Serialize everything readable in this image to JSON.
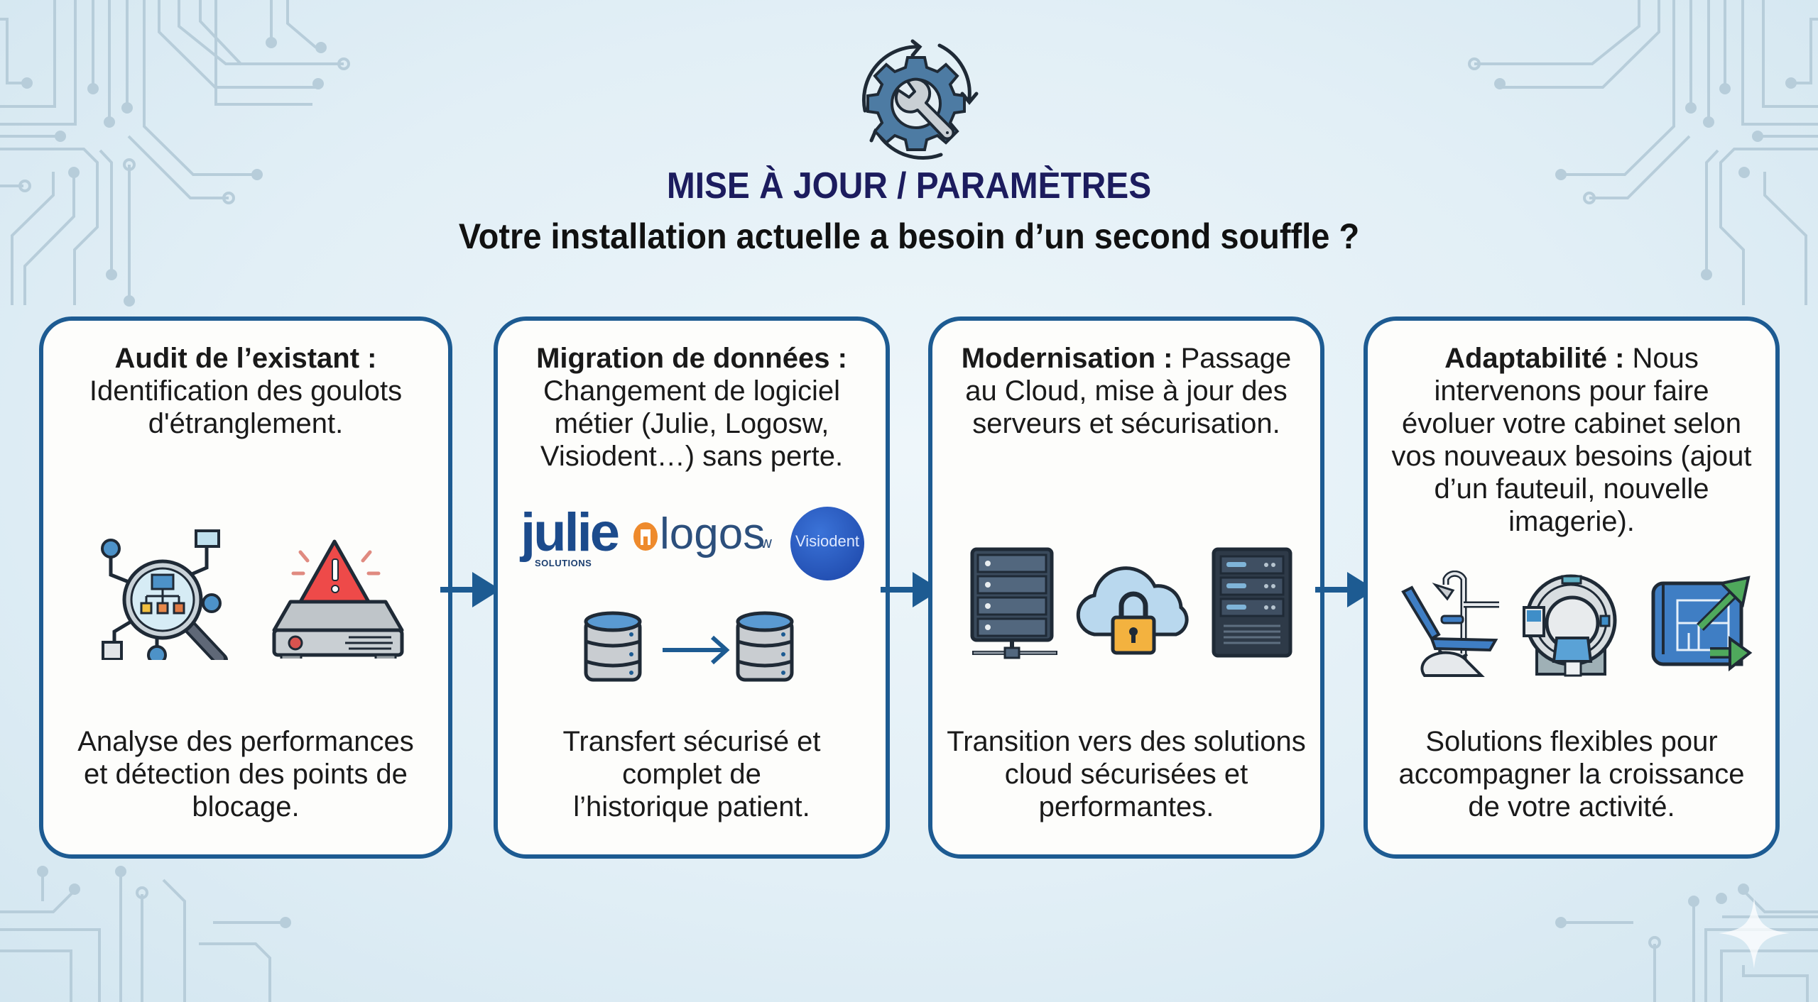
{
  "header": {
    "icon": "gear-wrench-refresh-icon",
    "title": "MISE À JOUR / PARAMÈTRES",
    "subtitle": "Votre installation actuelle a besoin d’un second souffle ?"
  },
  "colors": {
    "title": "#1c1c5e",
    "card_border": "#1d5b92",
    "arrow": "#1d5b92",
    "background": "#dcebf3"
  },
  "cards": [
    {
      "heading": "Audit de l’existant :",
      "description": "Identification des goulots d'étranglement.",
      "icons": [
        "magnifier-network-icon",
        "router-warning-icon"
      ],
      "footer": "Analyse des performances et détection des points de blocage."
    },
    {
      "heading": "Migration de données :",
      "description": "Changement de logiciel métier (Julie, Logosw, Visiodent…) sans perte.",
      "logos": {
        "julie": "julie",
        "julie_sub": "SOLUTIONS",
        "logos": "logos",
        "logos_sub": "w",
        "visiodent": "Visiodent"
      },
      "icons": [
        "database-icon",
        "arrow-right-icon",
        "database-icon"
      ],
      "footer": "Transfert sécurisé et complet de l’historique patient."
    },
    {
      "heading": "Modernisation :",
      "description": "Passage au Cloud, mise à jour des serveurs et sécurisation.",
      "icons": [
        "server-rack-icon",
        "cloud-lock-icon",
        "server-tower-icon"
      ],
      "footer": "Transition vers des solutions cloud sécurisées et performantes."
    },
    {
      "heading": "Adaptabilité :",
      "description": "Nous intervenons pour faire évoluer votre cabinet selon vos nouveaux besoins (ajout d’un fauteuil, nouvelle imagerie).",
      "icons": [
        "dental-chair-icon",
        "mri-scanner-icon",
        "blueprint-growth-icon"
      ],
      "footer": "Solutions flexibles pour accompagner la croissance de votre activité."
    }
  ],
  "connectors": [
    "arrow-right-icon",
    "arrow-right-icon",
    "arrow-right-icon"
  ],
  "watermark": "sparkle-icon"
}
